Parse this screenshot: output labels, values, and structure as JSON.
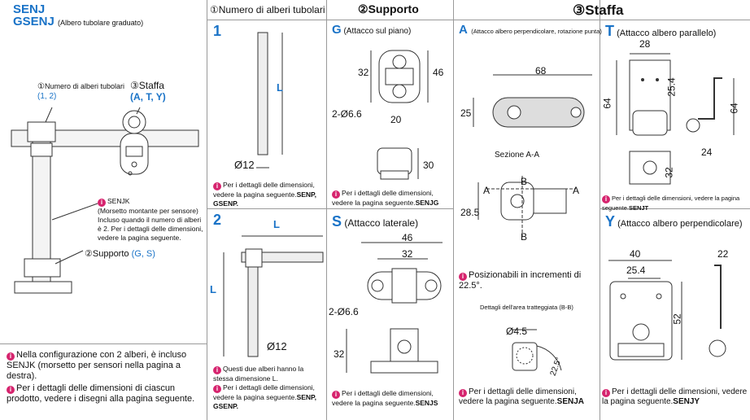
{
  "title": {
    "model1": "SENJ",
    "model2": "GSENJ",
    "model2_note": "(Albero tubolare graduato)"
  },
  "overview": {
    "label_shafts_num": "①",
    "label_shafts": "Numero di alberi tubolari",
    "label_shafts_opts": "(1, 2)",
    "label_clamp_num": "③",
    "label_clamp": "Staffa",
    "label_clamp_opts": "(A, T, Y)",
    "senjk": "SENJK",
    "senjk_note": "(Morsetto montante per sensore) Incluso quando il numero di alberi è 2. Per i dettagli delle dimensioni, vedere la pagina seguente.",
    "label_support_num": "②",
    "label_support": "Supporto",
    "label_support_opts": "(G, S)"
  },
  "bottom_notes": {
    "note1": "Nella configurazione con 2 alberi, è incluso SENJK (morsetto per sensori nella pagina a destra).",
    "note2": "Per i dettagli delle dimensioni di ciascun prodotto, vedere i disegni alla pagina seguente."
  },
  "headers": {
    "col1_num": "①",
    "col1": "Numero di alberi tubolari",
    "col2_num": "②",
    "col2": "Supporto",
    "col3_num": "③",
    "col3": "Staffa"
  },
  "shafts": {
    "one": {
      "code": "1",
      "dim_L": "L",
      "dim_d": "Ø12",
      "note": "Per i dettagli delle dimensioni, vedere la pagina seguente.",
      "note_ref": "SENP, GSENP."
    },
    "two": {
      "code": "2",
      "dim_L_top": "L",
      "dim_L_side": "L",
      "dim_d": "Ø12",
      "note1": "Questi due alberi hanno la stessa dimensione L.",
      "note2": "Per i dettagli delle dimensioni, vedere la pagina seguente.",
      "note2_ref": "SENP, GSENP."
    }
  },
  "support": {
    "G": {
      "code": "G",
      "name": "(Attacco sul piano)",
      "dim1": "32",
      "dim2": "46",
      "dim3": "2-Ø6.6",
      "dim4": "20",
      "dim5": "30",
      "note": "Per i dettagli delle dimensioni, vedere la pagina seguente.",
      "note_ref": "SENJG"
    },
    "S": {
      "code": "S",
      "name": "(Attacco laterale)",
      "dim1": "46",
      "dim2": "32",
      "dim3": "2-Ø6.6",
      "dim4": "32",
      "note": "Per i dettagli delle dimensioni, vedere la pagina seguente.",
      "note_ref": "SENJS"
    }
  },
  "clamp": {
    "A": {
      "code": "A",
      "name": "(Attacco albero perpendicolare, rotazione punta)",
      "dim1": "68",
      "dim2": "25",
      "section": "Sezione A-A",
      "dim3": "28.5",
      "sec_A": "A",
      "sec_B": "B",
      "pos_note": "Posizionabili in incrementi di 22.5°.",
      "detail": "Dettagli dell'area tratteggiata (B-B)",
      "dim4": "Ø4.5",
      "dim5": "22.5°",
      "note": "Per i dettagli delle dimensioni, vedere la pagina seguente.",
      "note_ref": "SENJA"
    },
    "T": {
      "code": "T",
      "name": "(Attacco albero parallelo)",
      "dim1": "28",
      "dim2": "25.4",
      "dim3": "64",
      "dim4": "64",
      "dim5": "24",
      "dim6": "32",
      "note": "Per i dettagli delle dimensioni, vedere la pagina seguente.",
      "note_ref": "SENJT"
    },
    "Y": {
      "code": "Y",
      "name": "(Attacco albero perpendicolare)",
      "dim1": "40",
      "dim2": "25.4",
      "dim3": "52",
      "dim4": "22",
      "note": "Per i dettagli delle dimensioni, vedere la pagina seguente.",
      "note_ref": "SENJY"
    }
  },
  "colors": {
    "accent": "#1a73c7",
    "note_icon": "#d6246e",
    "rule": "#9a9a9a"
  }
}
